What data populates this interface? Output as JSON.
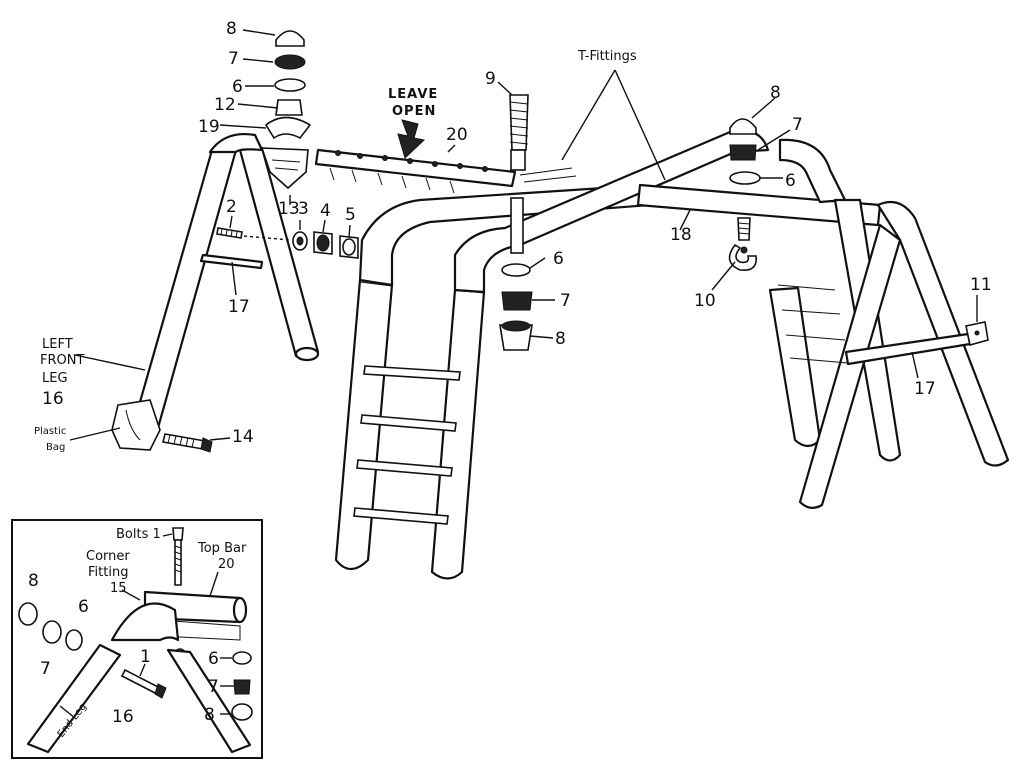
{
  "callouts": {
    "c8a": "8",
    "c7a": "7",
    "c6a": "6",
    "c12": "12",
    "c19": "19",
    "c13": "13",
    "c3": "3",
    "c4": "4",
    "c5": "5",
    "c2": "2",
    "c17a": "17",
    "c16": "16",
    "c14": "14",
    "c20": "20",
    "c9": "9",
    "c6b": "6",
    "c7b": "7",
    "c8b": "8",
    "c8c": "8",
    "c7c": "7",
    "c6c": "6",
    "c18": "18",
    "c10": "10",
    "c11": "11",
    "c17b": "17"
  },
  "labels": {
    "leave_open_1": "LEAVE",
    "leave_open_2": "OPEN",
    "t_fittings": "T-Fittings",
    "left_front_1": "LEFT",
    "left_front_2": "FRONT",
    "left_front_3": "LEG",
    "plastic_1": "Plastic",
    "plastic_2": "Bag"
  },
  "inset": {
    "bolts": "Bolts 1",
    "corner_1": "Corner",
    "corner_2": "Fitting",
    "corner_3": "15",
    "top_bar_1": "Top Bar",
    "top_bar_2": "20",
    "end_leg": "End Leg",
    "c16": "16",
    "c1": "1",
    "c8a": "8",
    "c7a": "7",
    "c6a": "6",
    "c6b": "6",
    "c7b": "7",
    "c8b": "8"
  }
}
